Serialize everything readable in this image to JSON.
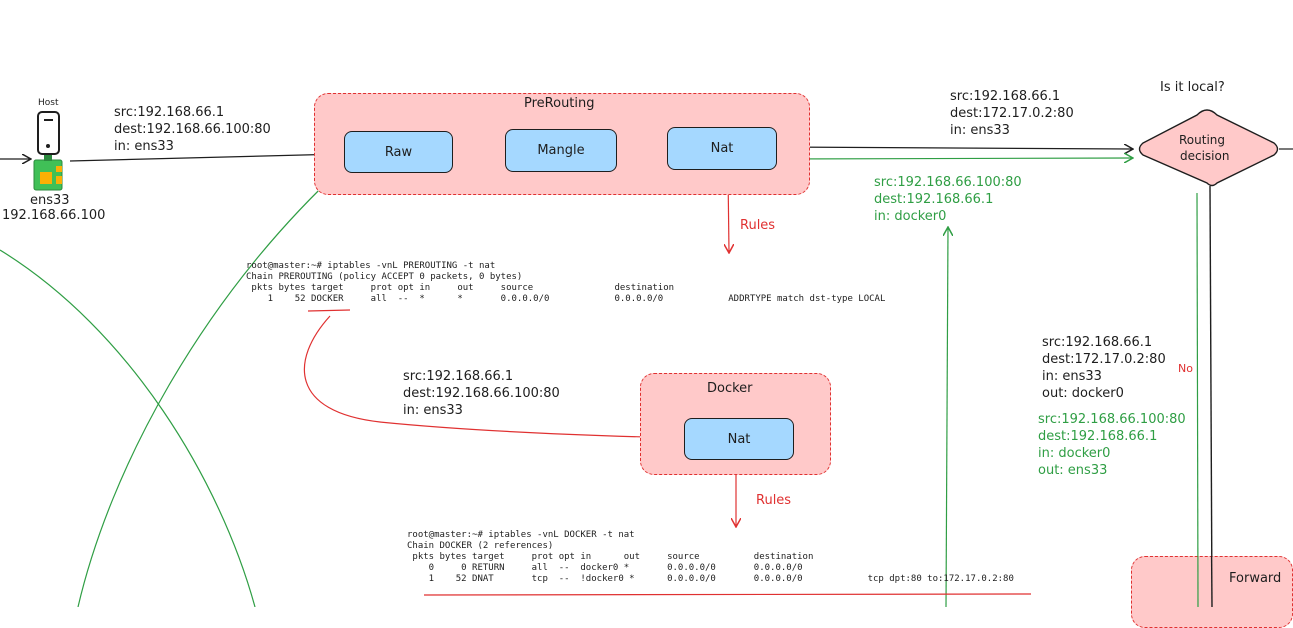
{
  "host": {
    "caption": "Host",
    "iface": "ens33",
    "ip": "192.168.66.100"
  },
  "packet_in": {
    "lines": [
      "src:192.168.66.1",
      "dest:192.168.66.100:80",
      "in: ens33"
    ]
  },
  "prerouting": {
    "title": "PreRouting",
    "raw": "Raw",
    "mangle": "Mangle",
    "nat": "Nat",
    "rules": "Rules"
  },
  "after_nat": {
    "lines": [
      "src:192.168.66.1",
      "dest:172.17.0.2:80",
      "in: ens33"
    ]
  },
  "reply_in": {
    "lines": [
      "src:192.168.66.100:80",
      "dest:192.168.66.1",
      "in: docker0"
    ]
  },
  "routing": {
    "question": "Is it local?",
    "label_line1": "Routing",
    "label_line2": "decision",
    "no": "No"
  },
  "prerouting_cmd": {
    "lines": [
      "root@master:~# iptables -vnL PREROUTING -t nat",
      "Chain PREROUTING (policy ACCEPT 0 packets, 0 bytes)",
      " pkts bytes target     prot opt in     out     source               destination",
      "    1    52 DOCKER     all  --  *      *       0.0.0.0/0            0.0.0.0/0            ADDRTYPE match dst-type LOCAL"
    ]
  },
  "to_docker": {
    "lines": [
      "src:192.168.66.1",
      "dest:192.168.66.100:80",
      "in: ens33"
    ]
  },
  "docker": {
    "title": "Docker",
    "nat": "Nat",
    "rules": "Rules"
  },
  "docker_cmd": {
    "lines": [
      "root@master:~# iptables -vnL DOCKER -t nat",
      "Chain DOCKER (2 references)",
      " pkts bytes target     prot opt in      out     source          destination",
      "    0     0 RETURN     all  --  docker0 *       0.0.0.0/0       0.0.0.0/0",
      "    1    52 DNAT       tcp  --  !docker0 *      0.0.0.0/0       0.0.0.0/0            tcp dpt:80 to:172.17.0.2:80"
    ]
  },
  "forward_out": {
    "lines": [
      "src:192.168.66.1",
      "dest:172.17.0.2:80",
      "in: ens33",
      "out: docker0"
    ]
  },
  "forward_back": {
    "lines": [
      "src:192.168.66.100:80",
      "dest:192.168.66.1",
      "in: docker0",
      "out: ens33"
    ]
  },
  "forward": {
    "title": "Forward"
  },
  "colors": {
    "node_fill": "#a5d8ff",
    "group_fill": "#ffc9c9",
    "group_border": "#e03131",
    "green": "#2f9e44",
    "red": "#e03131",
    "ink": "#1e1e1e"
  }
}
